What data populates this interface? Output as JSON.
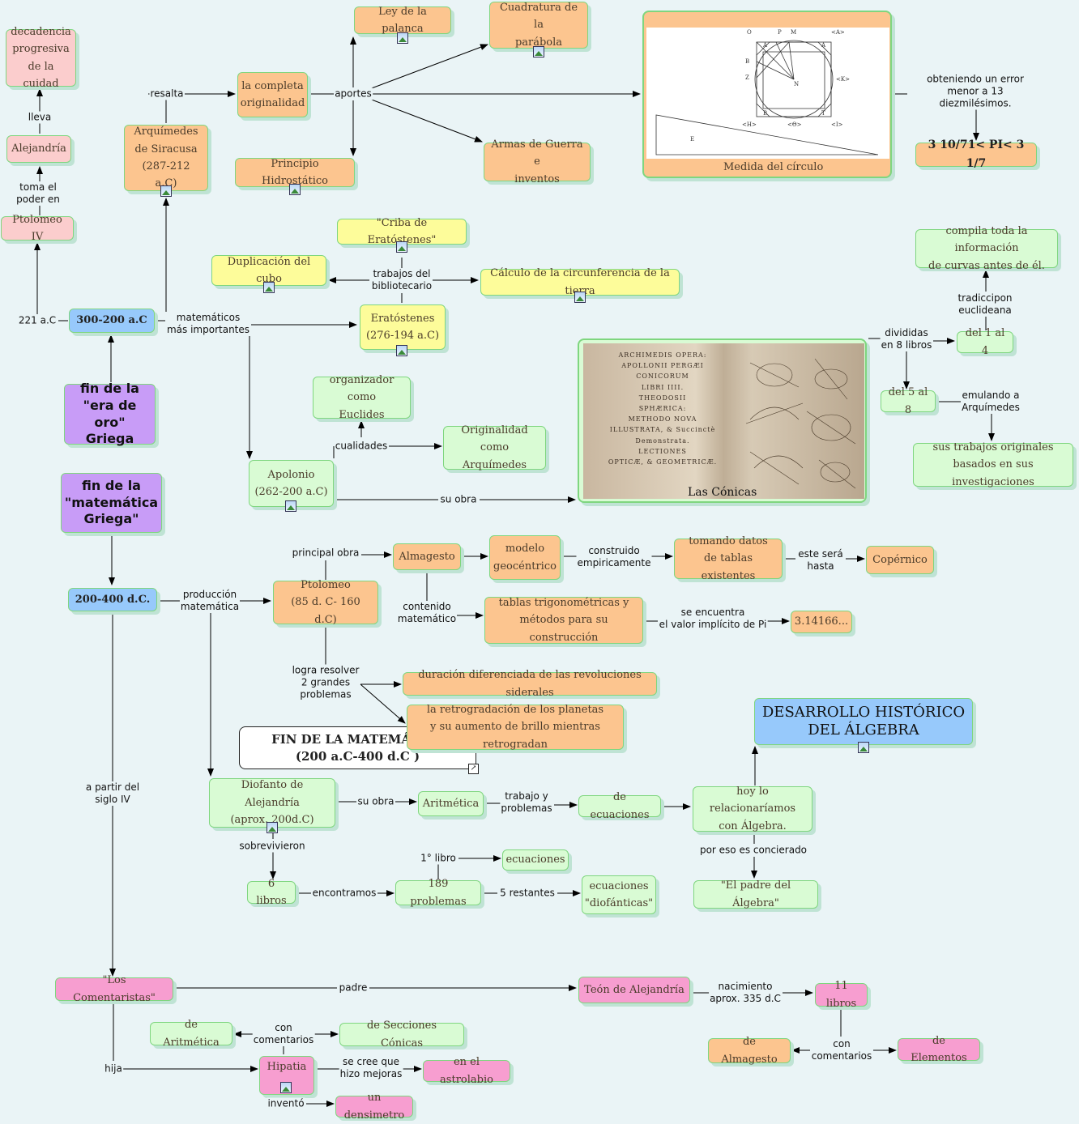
{
  "nodes": {
    "decadencia": "decadencia\nprogresiva\nde la cuidad",
    "alejandria": "Alejandría",
    "ptolomeo_iv": "Ptolomeo IV",
    "arquimedes": "Arquímedes\nde Siracusa\n(287-212 a.C)",
    "completa": "la completa\noriginalidad",
    "palanca": "Ley de la palanca",
    "cuadratura": "Cuadratura de la\nparábola",
    "hidrostatico": "Principio Hidrostático",
    "armas": "Armas de Guerra e\ninventos",
    "medida": "Medida del círculo",
    "pi_range": "3 10/71< PI< 3 1/7",
    "periodo1": "300-200 a.C",
    "fin_oro": "fin de la\n\"era de oro\"\nGriega",
    "fin_mat": "fin de la\n\"matemática\nGriega\"",
    "criba": "\"Criba de Eratóstenes\"",
    "cubo": "Duplicación del cubo",
    "circunf": "Cálculo de la circunferencia de la tierra",
    "eratostenes": "Eratóstenes\n(276-194 a.C)",
    "organizador": "organizador como\nEuclides",
    "originalidad": "Originalidad como\nArquímedes",
    "apolonio": "Apolonio\n(262-200 a.C)",
    "conicas": "Las Cónicas",
    "compila": "compila toda la información\nde curvas antes de él.",
    "del1al4": "del 1 al 4",
    "del5al8": "del 5 al 8",
    "trabajos_orig": "sus trabajos originales\nbasados en sus investigaciones",
    "periodo2": "200-400 d.C.",
    "ptolomeo": "Ptolomeo\n(85 d. C- 160 d.C)",
    "almagesto": "Almagesto",
    "geocentrico": "modelo\ngeocéntrico",
    "tomando": "tomando datos\nde tablas existentes",
    "copernico": "Copérnico",
    "tablas": "tablas trigonométricas y\nmétodos para su construcción",
    "pi_val": "3.14166...",
    "duracion": "duración diferenciada de las revoluciones siderales",
    "retrogradacion": "la retrogradación de los planetas\ny su aumento de brillo mientras retrogradan",
    "fin_box": "FIN DE LA MATEMÁTICA\n(200 a.C-400 d.C )",
    "desarrollo": "DESARROLLO HISTÓRICO\nDEL ÁLGEBRA",
    "diofanto": "Diofanto de Alejandría\n(aprox. 200d.C)",
    "aritmetica": "Aritmética",
    "ecuaciones_de": "de ecuaciones",
    "algebra": "hoy lo relacionaríamos\ncon Álgebra.",
    "padre": "\"El padre del Álgebra\"",
    "seis": "6 libros",
    "problemas": "189 problemas",
    "ecuaciones": "ecuaciones",
    "diofanticas": "ecuaciones\n\"diofánticas\"",
    "comentaristas": "\"Los Comentaristas\"",
    "teon": "Teón de Alejandría",
    "once": "11 libros",
    "de_almagesto": "de Almagesto",
    "de_elementos": "de Elementos",
    "de_aritmetica": "de Aritmética",
    "de_secciones": "de Secciones Cónicas",
    "hipatia": "Hipatia",
    "astrolabio": "en el astrolabio",
    "densimetro": "un densimetro"
  },
  "labels": {
    "lleva": "lleva",
    "toma": "toma el\npoder en",
    "ac221": "221 a.C",
    "resalta": "resalta",
    "aportes": "aportes",
    "error": "obteniendo un error\nmenor a 13 diezmilésimos.",
    "trab_biblio": "trabajos del\nbibliotecario",
    "mat_imp": "matemáticos\nmás importantes",
    "cualidades": "cualidades",
    "su_obra1": "su obra",
    "divididas": "divididas\nen 8 libros",
    "tradiccion": "tradiccipon\neuclideana",
    "emulando": "emulando a\nArquímedes",
    "principal": "principal obra",
    "produccion": "producción\nmatemática",
    "construido": "construido\nempiricamente",
    "este_sera": "este será\nhasta",
    "contenido": "contenido\nmatemático",
    "se_encuentra": "se encuentra\nel valor implícito de Pi",
    "logra": "logra resolver\n2 grandes\nproblemas",
    "a_partir": "a partir del\nsiglo IV",
    "su_obra2": "su obra",
    "trabajo_prob": "trabajo y\nproblemas",
    "por_eso": "por eso es concierado",
    "sobrevivieron": "sobrevivieron",
    "encontramos": "encontramos",
    "primer": "1° libro",
    "cinco": "5 restantes",
    "padre_lbl": "padre",
    "nacimiento": "nacimiento\naprox. 335 d.C",
    "con_com1": "con\ncomentarios",
    "con_com2": "con\ncomentarios",
    "hija": "hija",
    "se_cree": "se cree que\nhizo mejoras",
    "invento": "inventó"
  },
  "figure_text": {
    "conicas_page": "ARCHIMEDIS OPERA:\nAPOLLONII PERGÆI\nCONICORUM\nLIBRI IIII.\nTHEODOSII\nSPHÆRICA:\nMETHODO NOVA\nILLUSTRATA, & Succinctè Demonstrata.\nLECTIONES\nOPTICÆ, & GEOMETRICÆ."
  },
  "colors": {
    "orange": "#fcc58f",
    "green": "#d9fbd4",
    "yellow": "#fdfc9a",
    "pink": "#fbcdcd",
    "magenta": "#f79ed0",
    "blue": "#97c9fb",
    "purple": "#c89cf7",
    "background": "#eaf4f6"
  }
}
